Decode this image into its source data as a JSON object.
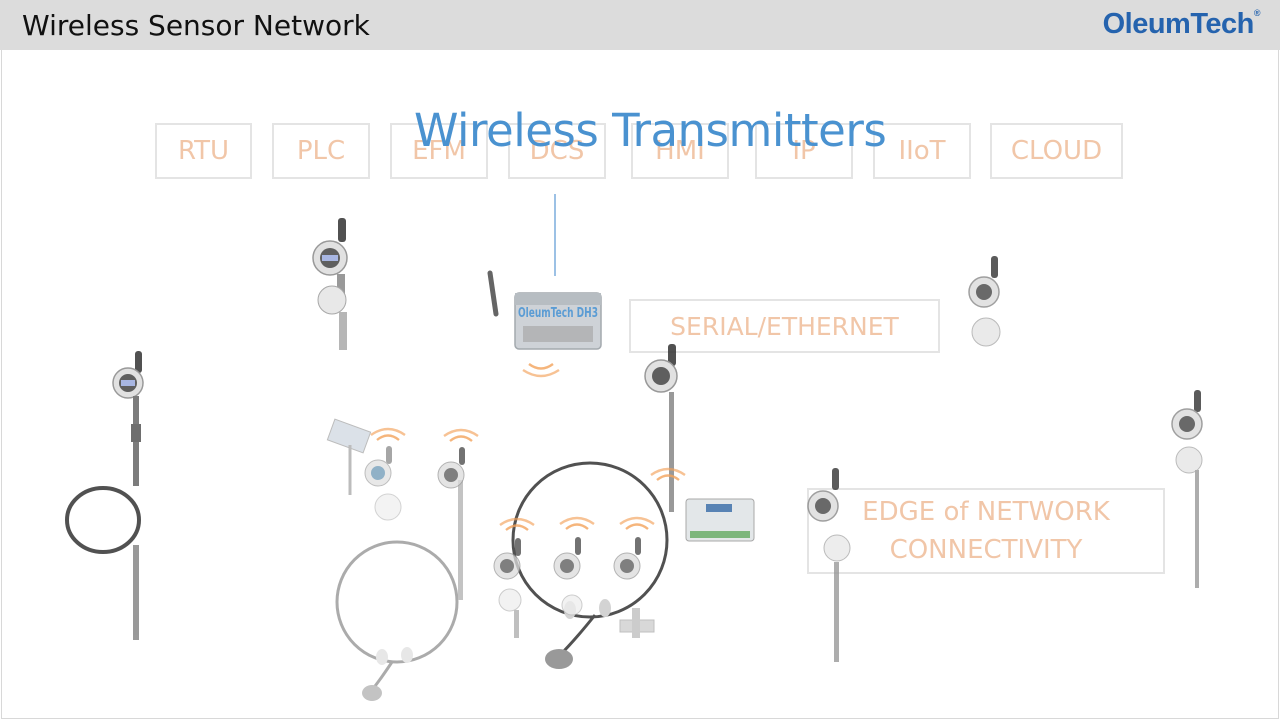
{
  "header": {
    "title": "Wireless Sensor Network",
    "logo_text": "OleumTech",
    "logo_mark": "®"
  },
  "main_heading": "Wireless Transmitters",
  "protocols": [
    "RTU",
    "PLC",
    "EFM",
    "DCS",
    "HMI",
    "IP",
    "IIoT",
    "CLOUD"
  ],
  "gateway_label": "OleumTech DH3",
  "serial_label": "SERIAL/ETHERNET",
  "edge_label_line1": "EDGE of NETWORK",
  "edge_label_line2": "CONNECTIVITY",
  "colors": {
    "heading_blue": "#4a92d0",
    "box_text": "#f1c6a8",
    "signal_orange": "#f2a25b",
    "logo_blue": "#2563ae"
  }
}
